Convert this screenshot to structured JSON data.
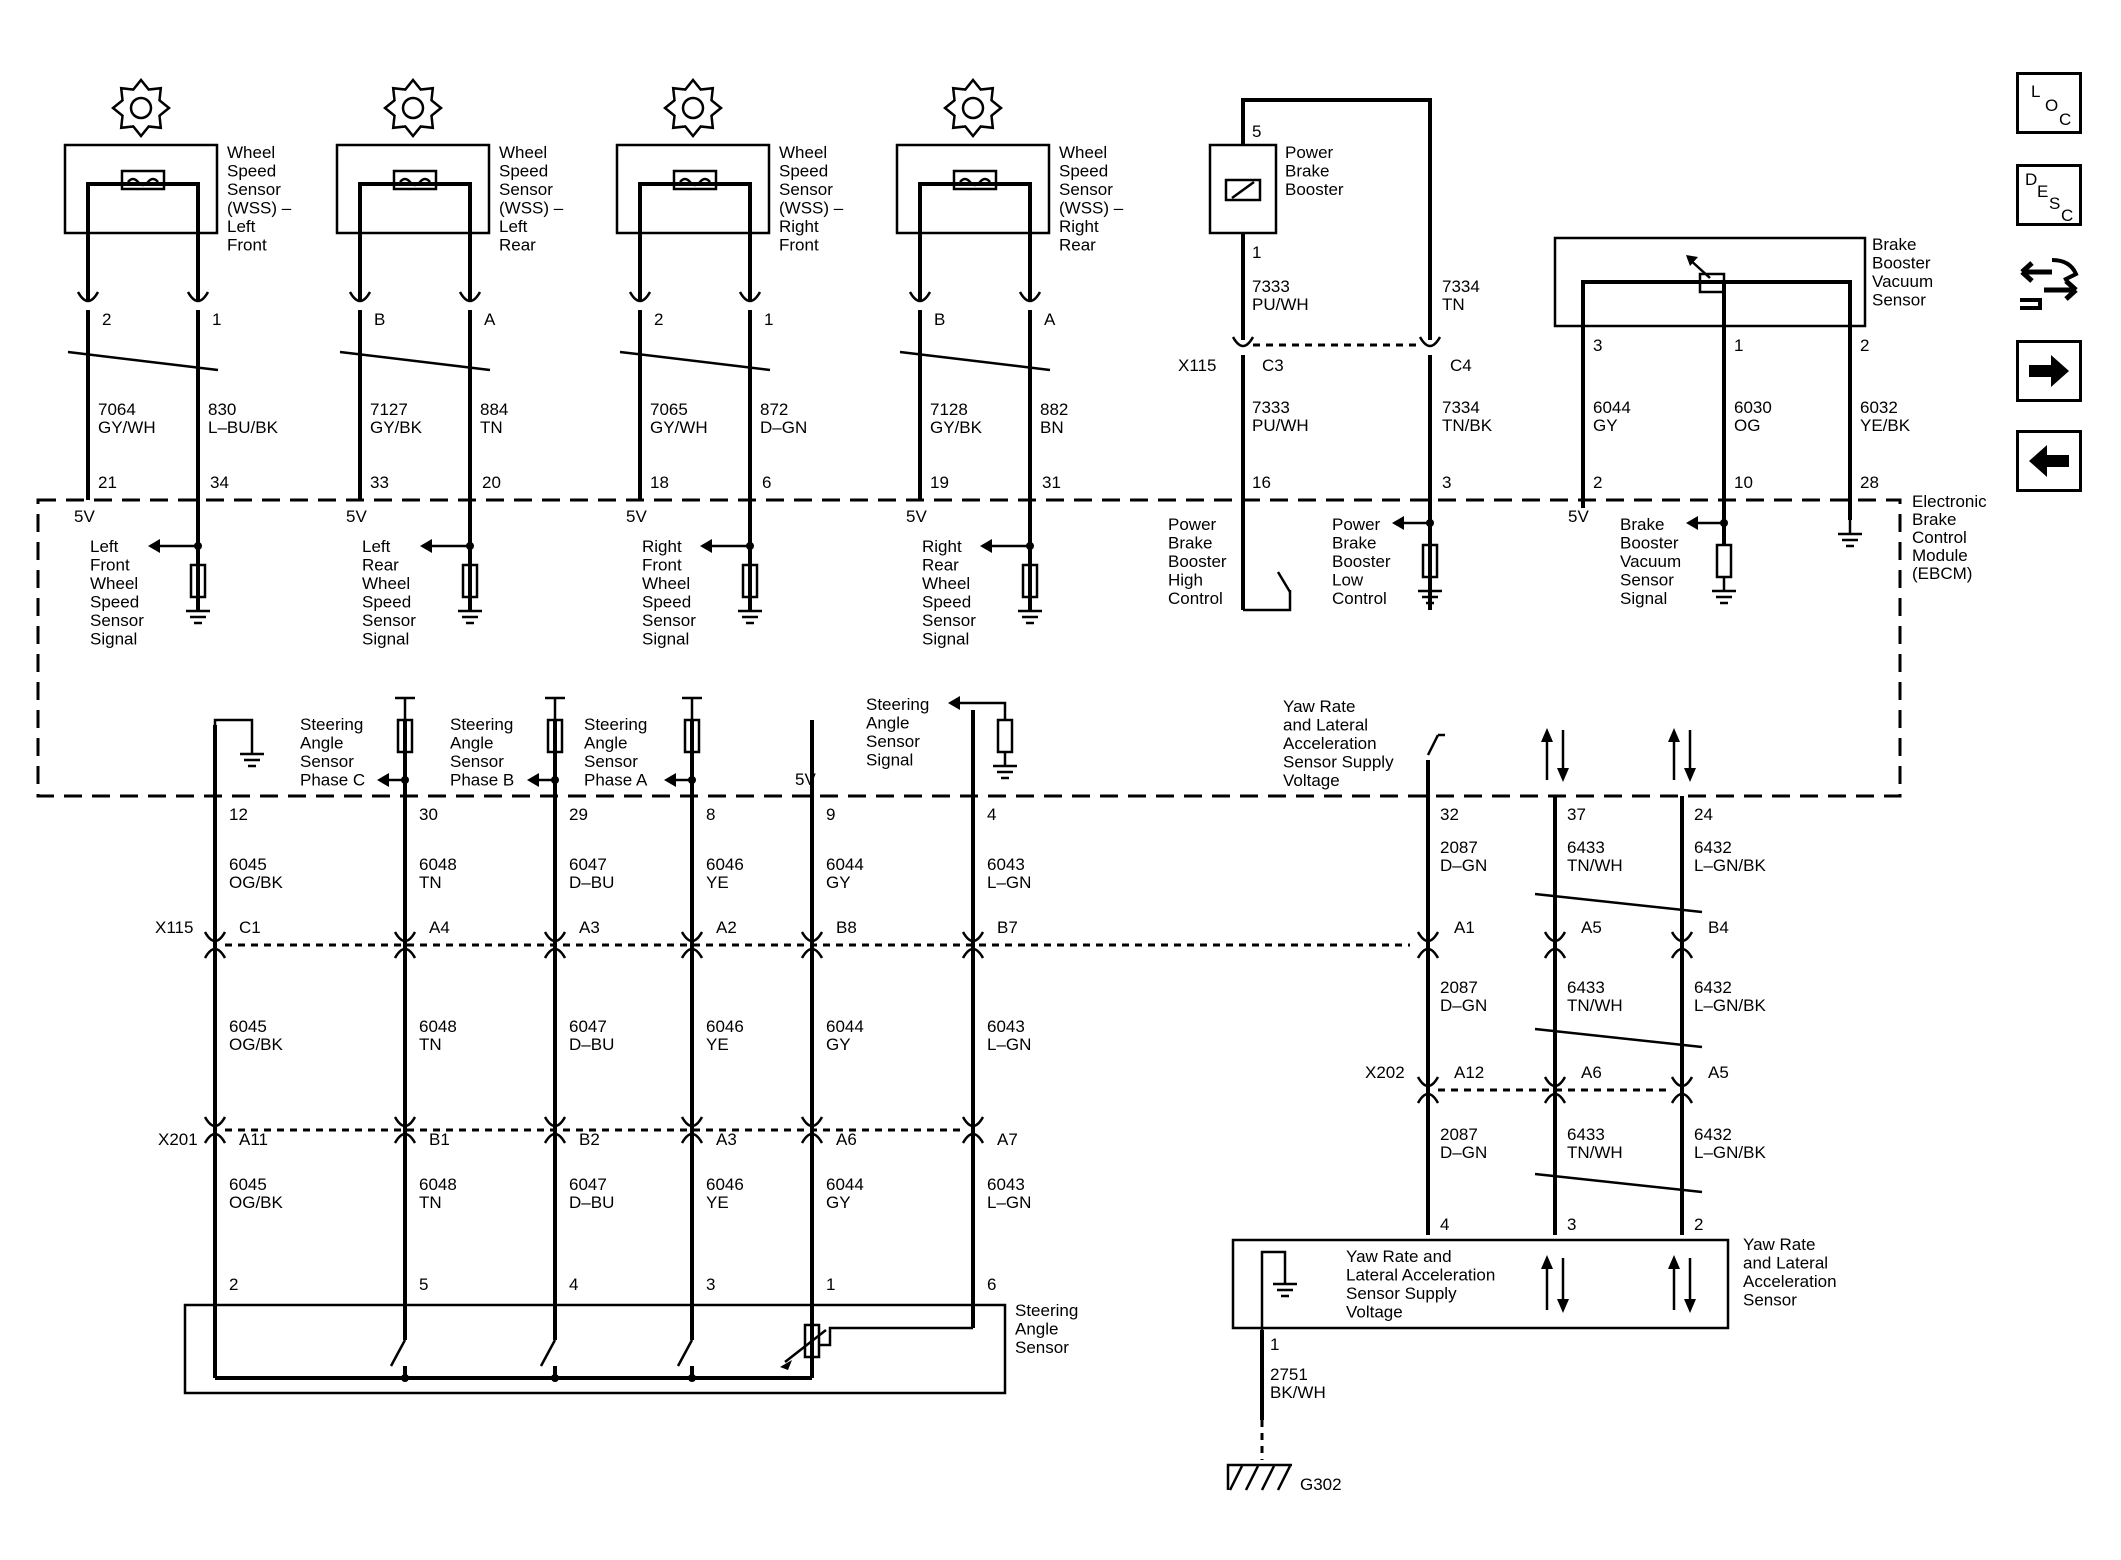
{
  "nav": {
    "loc": [
      "L",
      "O",
      "C"
    ],
    "desc": [
      "D",
      "E",
      "S",
      "C"
    ]
  },
  "modules": {
    "wss": [
      [
        "Wheel",
        "Speed",
        "Sensor",
        "(WSS) –",
        "Left",
        "Front"
      ],
      [
        "Wheel",
        "Speed",
        "Sensor",
        "(WSS) –",
        "Left",
        "Rear"
      ],
      [
        "Wheel",
        "Speed",
        "Sensor",
        "(WSS) –",
        "Right",
        "Front"
      ],
      [
        "Wheel",
        "Speed",
        "Sensor",
        "(WSS) –",
        "Right",
        "Rear"
      ]
    ],
    "pbb": [
      "Power",
      "Brake",
      "Booster"
    ],
    "bbvs": [
      "Brake",
      "Booster",
      "Vacuum",
      "Sensor"
    ],
    "ebcm": [
      "Electronic",
      "Brake",
      "Control",
      "Module",
      "(EBCM)"
    ],
    "sas": [
      "Steering",
      "Angle",
      "Sensor"
    ],
    "yaw": [
      "Yaw Rate",
      "and Lateral",
      "Acceleration",
      "Sensor"
    ],
    "yaw_inner": [
      "Yaw Rate and",
      "Lateral Acceleration",
      "Sensor Supply",
      "Voltage"
    ],
    "ground": "G302"
  },
  "signals": {
    "lf": [
      "Left",
      "Front",
      "Wheel",
      "Speed",
      "Sensor",
      "Signal"
    ],
    "lr": [
      "Left",
      "Rear",
      "Wheel",
      "Speed",
      "Sensor",
      "Signal"
    ],
    "rf": [
      "Right",
      "Front",
      "Wheel",
      "Speed",
      "Sensor",
      "Signal"
    ],
    "rr": [
      "Right",
      "Rear",
      "Wheel",
      "Speed",
      "Sensor",
      "Signal"
    ],
    "pbbh": [
      "Power",
      "Brake",
      "Booster",
      "High",
      "Control"
    ],
    "pbbl": [
      "Power",
      "Brake",
      "Booster",
      "Low",
      "Control"
    ],
    "bbvss": [
      "Brake",
      "Booster",
      "Vacuum",
      "Sensor",
      "Signal"
    ],
    "phc": [
      "Steering",
      "Angle",
      "Sensor",
      "Phase C"
    ],
    "phb": [
      "Steering",
      "Angle",
      "Sensor",
      "Phase B"
    ],
    "pha": [
      "Steering",
      "Angle",
      "Sensor",
      "Phase A"
    ],
    "sass": [
      "Steering",
      "Angle",
      "Sensor",
      "Signal"
    ],
    "yawsup": [
      "Yaw Rate",
      "and Lateral",
      "Acceleration",
      "Sensor Supply",
      "Voltage"
    ],
    "v5": "5V"
  },
  "connectors": {
    "x115": "X115",
    "x201": "X201",
    "x202": "X202"
  },
  "wires": {
    "lf": {
      "pins": [
        "2",
        "1"
      ],
      "c1": [
        "7064",
        "GY/WH"
      ],
      "c2": [
        "830",
        "L–BU/BK"
      ],
      "e": [
        "21",
        "34"
      ]
    },
    "lr": {
      "pins": [
        "B",
        "A"
      ],
      "c1": [
        "7127",
        "GY/BK"
      ],
      "c2": [
        "884",
        "TN"
      ],
      "e": [
        "33",
        "20"
      ]
    },
    "rf": {
      "pins": [
        "2",
        "1"
      ],
      "c1": [
        "7065",
        "GY/WH"
      ],
      "c2": [
        "872",
        "D–GN"
      ],
      "e": [
        "18",
        "6"
      ]
    },
    "rr": {
      "pins": [
        "B",
        "A"
      ],
      "c1": [
        "7128",
        "GY/BK"
      ],
      "c2": [
        "882",
        "BN"
      ],
      "e": [
        "19",
        "31"
      ]
    },
    "pbb": {
      "pin5": "5",
      "pin1": "1",
      "w1": [
        "7333",
        "PU/WH"
      ],
      "w2": [
        "7334",
        "TN"
      ],
      "x115": [
        "C3",
        "C4"
      ],
      "w1b": [
        "7333",
        "PU/WH"
      ],
      "w2b": [
        "7334",
        "TN/BK"
      ],
      "e": [
        "16",
        "3"
      ]
    },
    "bbvs": {
      "pins": [
        "3",
        "1",
        "2"
      ],
      "c": [
        [
          "6044",
          "GY"
        ],
        [
          "6030",
          "OG"
        ],
        [
          "6032",
          "YE/BK"
        ]
      ],
      "e": [
        "2",
        "10",
        "28"
      ]
    },
    "sas": {
      "ebcm": [
        "12",
        "30",
        "29",
        "8",
        "9",
        "4"
      ],
      "x115": [
        "C1",
        "A4",
        "A3",
        "A2",
        "B8",
        "B7"
      ],
      "x201": [
        "A11",
        "B1",
        "B2",
        "A3",
        "A6",
        "A7"
      ],
      "sensor": [
        "2",
        "5",
        "4",
        "3",
        "1",
        "6"
      ],
      "c": [
        [
          "6045",
          "OG/BK"
        ],
        [
          "6048",
          "TN"
        ],
        [
          "6047",
          "D–BU"
        ],
        [
          "6046",
          "YE"
        ],
        [
          "6044",
          "GY"
        ],
        [
          "6043",
          "L–GN"
        ]
      ]
    },
    "yaw": {
      "ebcm": [
        "32",
        "37",
        "24"
      ],
      "x115": [
        "A1",
        "A5",
        "B4"
      ],
      "x202": [
        "A12",
        "A6",
        "A5"
      ],
      "sensor": [
        "4",
        "3",
        "2"
      ],
      "c": [
        [
          "2087",
          "D–GN"
        ],
        [
          "6433",
          "TN/WH"
        ],
        [
          "6432",
          "L–GN/BK"
        ]
      ],
      "gnd_pin": "1",
      "gnd": [
        "2751",
        "BK/WH"
      ]
    }
  }
}
